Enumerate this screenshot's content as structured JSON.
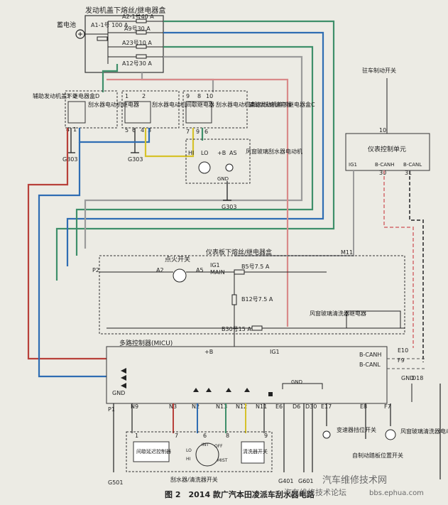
{
  "title": "图 2　2014 款广汽本田凌派车刮水器电路",
  "watermark": {
    "site": "汽车维修技术论坛",
    "url": "bbs.ephua.com",
    "brand": "汽车维修技术网"
  },
  "colors": {
    "paper": "#ecebe4",
    "line": "#2a2a2a",
    "red_wire": "#b8403a",
    "blue_wire": "#2f6db3",
    "green_wire": "#3e8f6a",
    "pink_wire": "#d98a8a",
    "yellow_wire": "#d6c22a",
    "grey_wire": "#9b9b9b"
  },
  "engine_fuse_box": {
    "title": "发动机盖下熔丝/继电器盒",
    "battery": "蓄电池",
    "fuses": [
      "A1-1号 100 A",
      "A2-1号40 A",
      "A9号30 A",
      "A23号10 A",
      "A12号30 A"
    ]
  },
  "relays": {
    "aux_box_d": "辅助发动机盖下继电器盒D",
    "wiper_motor_relay": "刮水器电动机继电器",
    "wiper_intermittent_relay": "刮水器电动机间歇继电器",
    "wiper_high_low_relay": "刮水器电动机高速/低速继电器",
    "aux_box_c": "辅助发动机盖下继电器盒C"
  },
  "wiper_motor": {
    "label": "风窗玻璃刮水器电动机",
    "pins": [
      "HI",
      "LO",
      "+B",
      "AS"
    ],
    "gnd": "GND"
  },
  "grounds": [
    "G303",
    "G303",
    "G303",
    "G501",
    "G401",
    "G601"
  ],
  "instrument": {
    "title": "仪表控制单元",
    "pins": [
      "IG1",
      "B-CANH",
      "B-CANL"
    ],
    "brake_switch": "驻车制动开关"
  },
  "dash_fuse_box": {
    "title": "仪表板下熔丝/继电器盒",
    "ignition": "点火开关",
    "labels": [
      "IG1",
      "MAIN",
      "B5号7.5 A",
      "B12号7.5 A",
      "B30号15 A"
    ],
    "washer_relay": "风窗玻璃清洗器继电器"
  },
  "micu": {
    "title": "多路控制器(MICU)",
    "labels": [
      "+B",
      "IG1",
      "B-CANH",
      "B-CANL",
      "GND"
    ],
    "bottom_pins": [
      "P1",
      "N9",
      "N3",
      "N2",
      "N13",
      "N12",
      "N11",
      "E6",
      "D6",
      "D30",
      "E17",
      "E8",
      "F7"
    ]
  },
  "switches": {
    "combo": "刮水器/清洗器开关",
    "intermittent": "间歇延迟控制器",
    "washer": "清洗器开关",
    "modes": [
      "INT",
      "OFF",
      "LO",
      "HI",
      "MIST"
    ],
    "transmission": "变速器挡位开关",
    "pedal": "自制动踏板位置开关",
    "washer_motor": "风窗玻璃清洗器电动机"
  },
  "connector_numbers": [
    "10",
    "31",
    "30",
    "M11",
    "P2",
    "A2",
    "A5",
    "E10",
    "F9",
    "D18",
    "1",
    "2",
    "3",
    "4",
    "5",
    "6",
    "7",
    "8",
    "9"
  ]
}
